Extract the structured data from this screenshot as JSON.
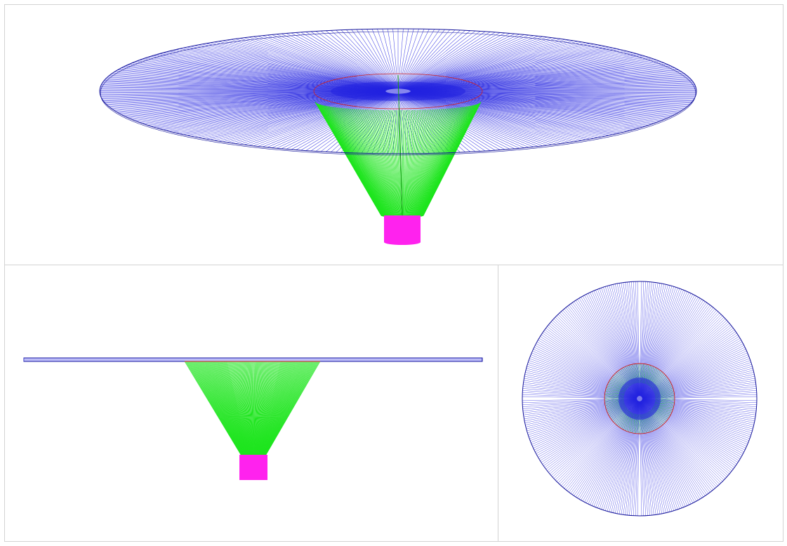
{
  "app": {
    "background": "#ffffff",
    "divider_color": "#d3d3d3"
  },
  "colors": {
    "disc_lines": "#2323e0",
    "disc_rim": "#14149a",
    "cone_lines": "#1ee51e",
    "cylinder_fill": "#ff22ee",
    "red_edge": "#d02020"
  },
  "model": {
    "disc_spokes": 360,
    "cone_lines": 200
  },
  "views": [
    {
      "id": "perspective",
      "label": ""
    },
    {
      "id": "side",
      "label": ""
    },
    {
      "id": "plan",
      "label": ""
    }
  ]
}
